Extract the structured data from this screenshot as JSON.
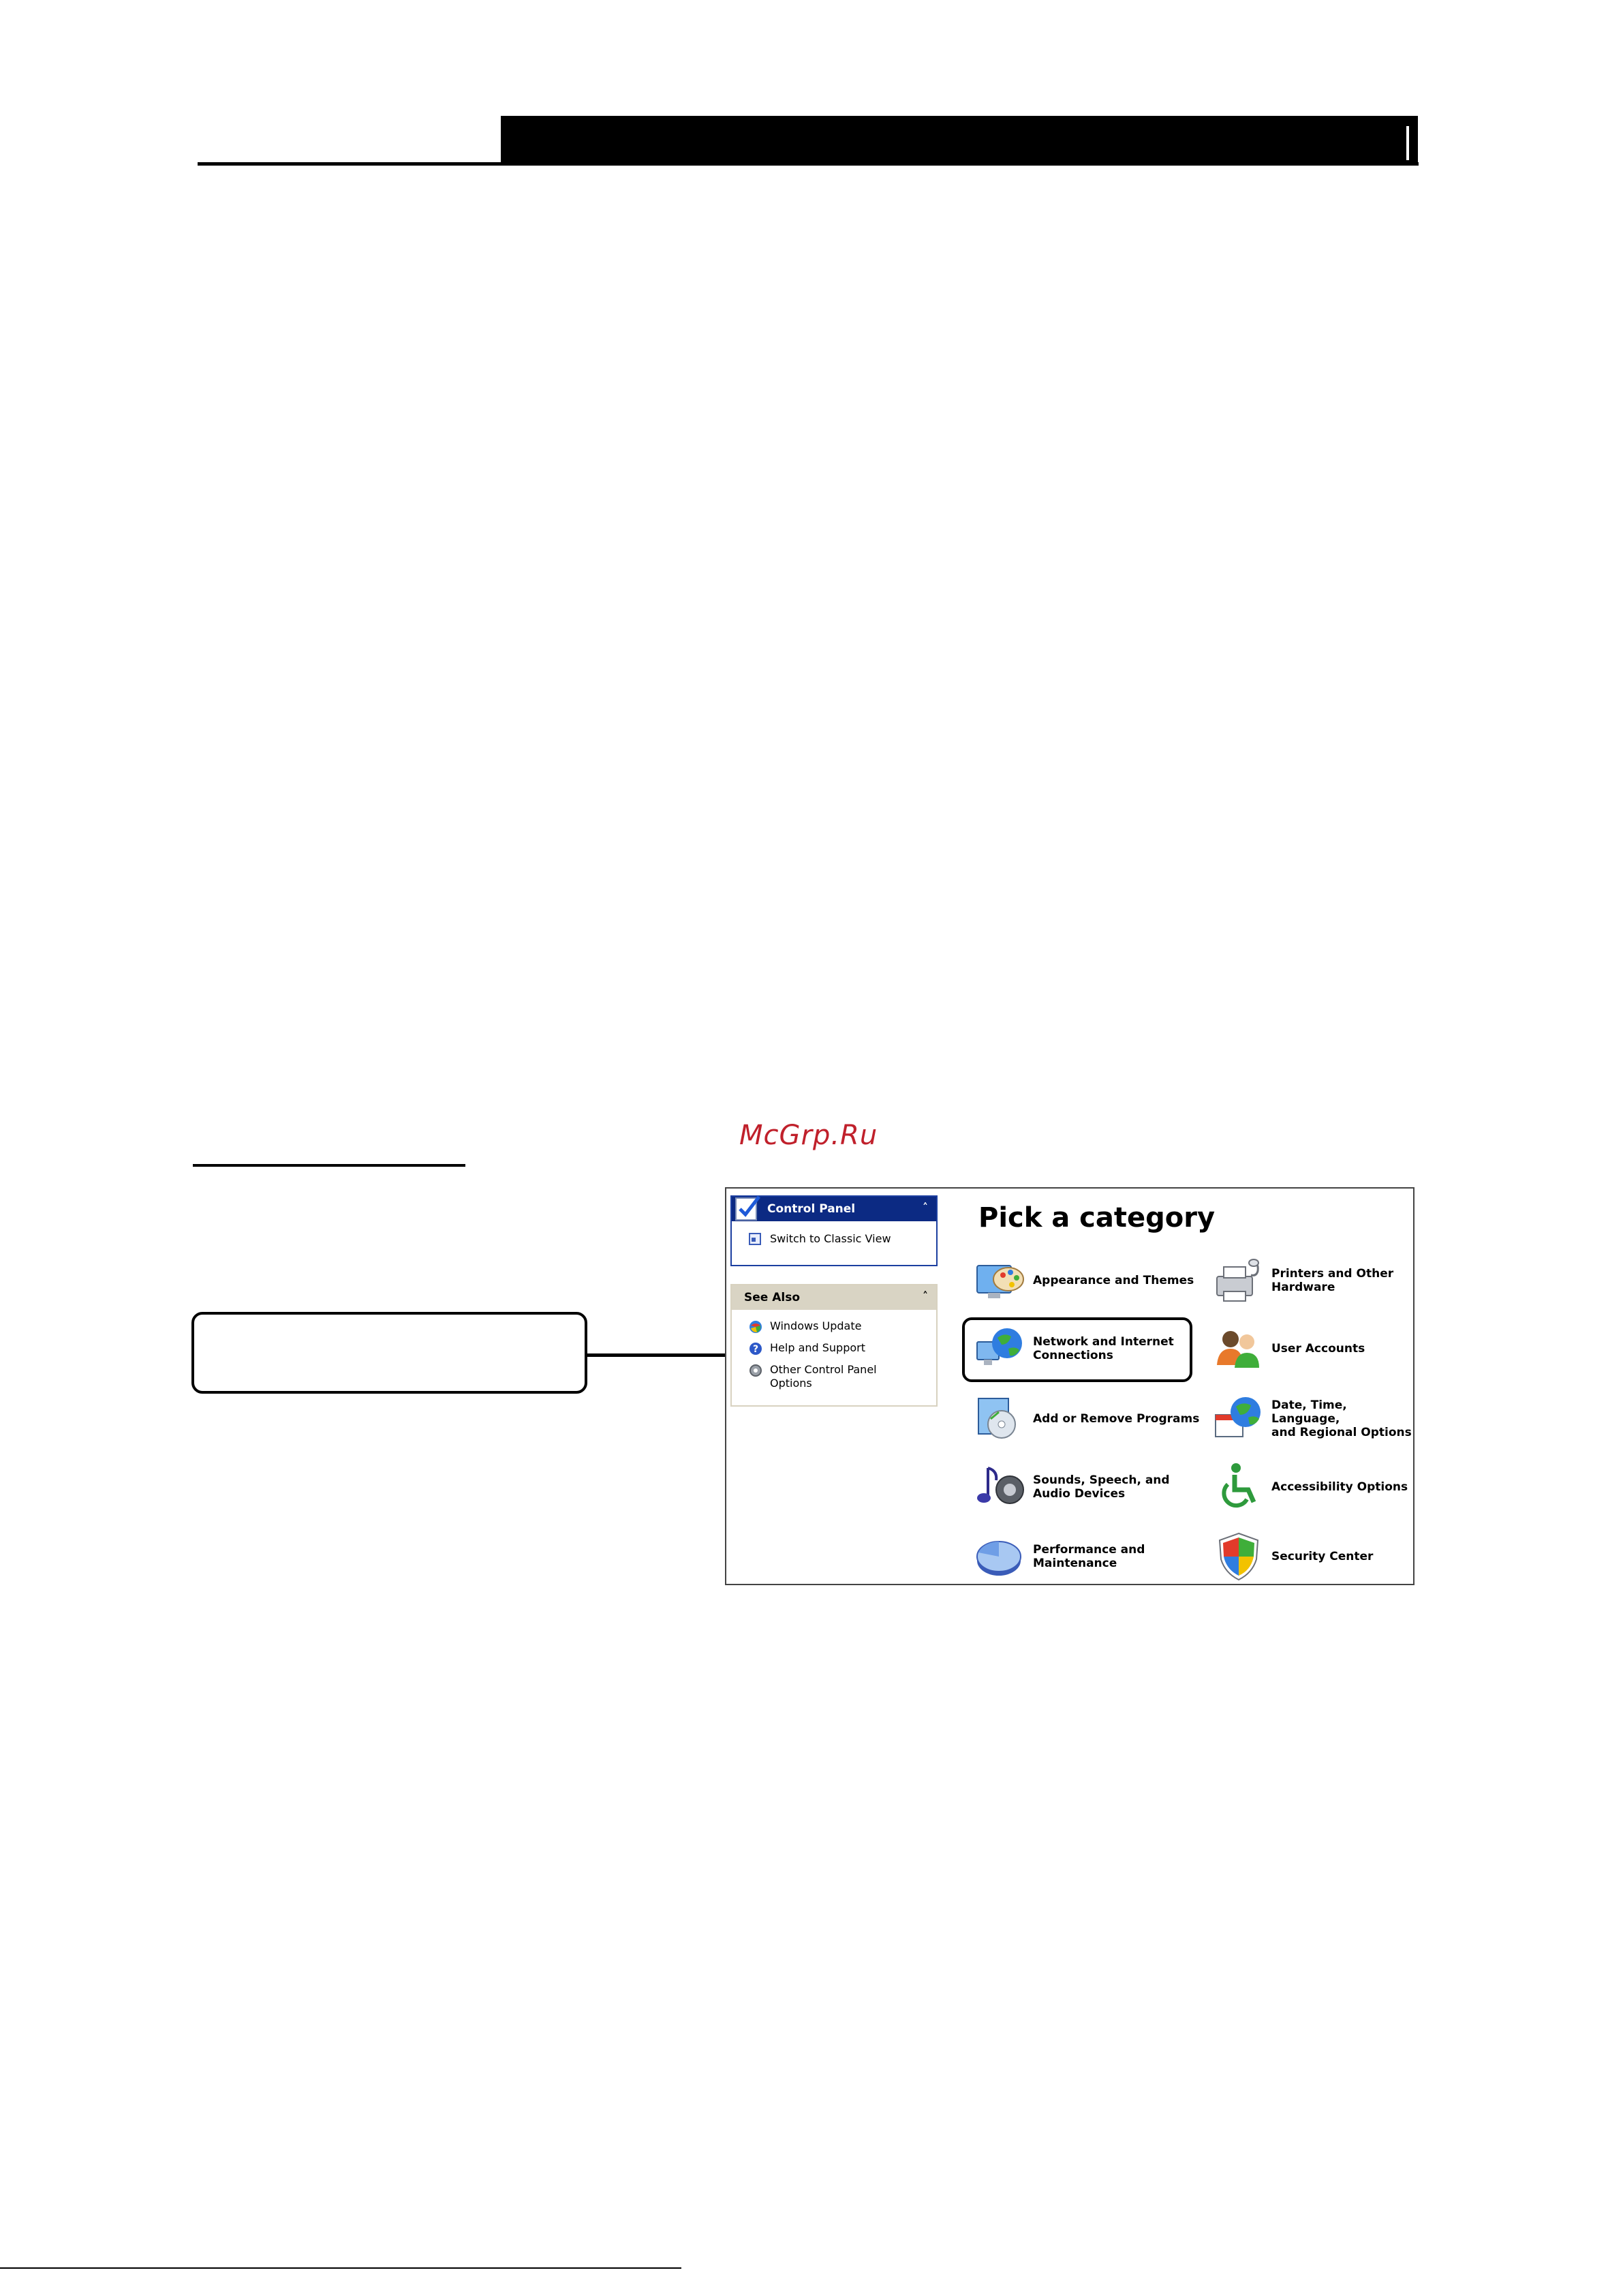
{
  "watermark": "McGrp.Ru",
  "control_panel": {
    "tasks_title": "Control Panel",
    "switch_view": "Switch to Classic View",
    "see_also_title": "See Also",
    "see_also_items": [
      "Windows Update",
      "Help and Support",
      "Other Control Panel\nOptions"
    ],
    "pick_title": "Pick a category",
    "categories": [
      {
        "label": "Appearance and Themes",
        "icon": "appearance-themes-icon"
      },
      {
        "label": "Printers and Other\nHardware",
        "icon": "printer-icon"
      },
      {
        "label": "Network and Internet\nConnections",
        "icon": "network-globe-icon"
      },
      {
        "label": "User Accounts",
        "icon": "user-accounts-icon"
      },
      {
        "label": "Add or Remove Programs",
        "icon": "add-remove-programs-icon"
      },
      {
        "label": "Date, Time, Language,\nand Regional Options",
        "icon": "date-time-globe-icon"
      },
      {
        "label": "Sounds, Speech, and\nAudio Devices",
        "icon": "speaker-icon"
      },
      {
        "label": "Accessibility Options",
        "icon": "accessibility-icon"
      },
      {
        "label": "Performance and\nMaintenance",
        "icon": "pie-chart-icon"
      },
      {
        "label": "Security Center",
        "icon": "shield-icon"
      }
    ]
  }
}
